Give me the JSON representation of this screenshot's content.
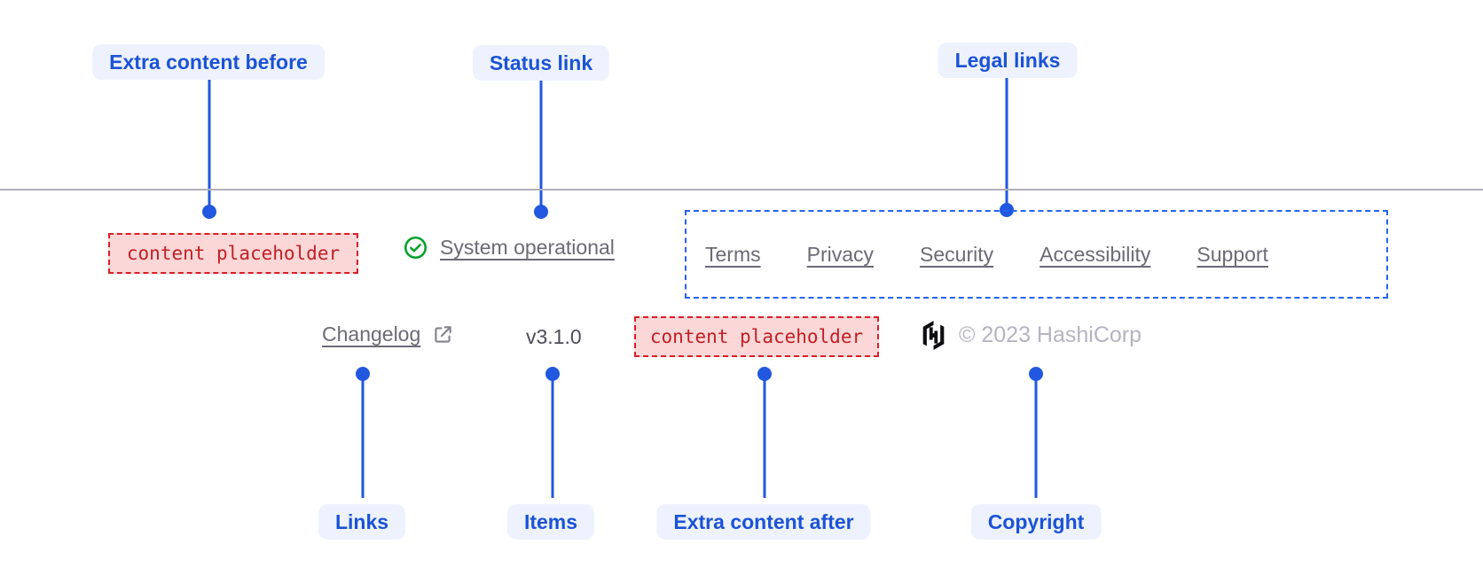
{
  "annotations": {
    "top": [
      {
        "id": "extra-content-before",
        "label": "Extra content before"
      },
      {
        "id": "status-link",
        "label": "Status link"
      },
      {
        "id": "legal-links",
        "label": "Legal links"
      }
    ],
    "bottom": [
      {
        "id": "links",
        "label": "Links"
      },
      {
        "id": "items",
        "label": "Items"
      },
      {
        "id": "extra-content-after",
        "label": "Extra content after"
      },
      {
        "id": "copyright",
        "label": "Copyright"
      }
    ]
  },
  "footer": {
    "extra_content_before": "content placeholder",
    "status": {
      "label": "System operational",
      "icon": "check-circle-icon"
    },
    "legal": {
      "links": [
        "Terms",
        "Privacy",
        "Security",
        "Accessibility",
        "Support"
      ]
    },
    "links": [
      {
        "label": "Changelog",
        "icon": "external-link-icon"
      }
    ],
    "items": [
      {
        "version": "v3.1.0"
      }
    ],
    "extra_content_after": "content placeholder",
    "copyright": {
      "logo": "hashicorp-logo",
      "text": "© 2023 HashiCorp"
    }
  },
  "colors": {
    "annotation_blue": "#1b53d6",
    "annotation_line_blue": "#2158df",
    "annotation_pill_bg": "#edf2fe",
    "legal_border_blue": "#2563eb",
    "placeholder_text_red": "#c11f24",
    "placeholder_bg_pink": "#fcd7d7",
    "placeholder_border_red": "#d81f26",
    "status_green": "#07a02e",
    "link_grey": "#6b6a75",
    "version_grey": "#4f4d57",
    "copyright_grey": "#b7b3c1",
    "divider_grey": "#b3afba",
    "logo_black": "#0e0d12"
  }
}
